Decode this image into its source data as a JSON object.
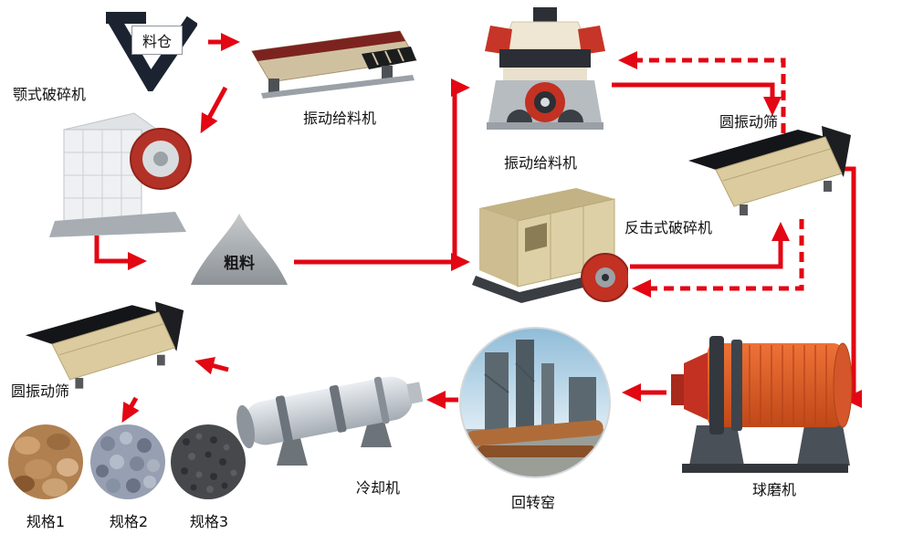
{
  "nodes": {
    "silo": {
      "label": "料仓"
    },
    "feeder_top": {
      "label": "振动给料机"
    },
    "jaw_crusher": {
      "label": "颚式破碎机"
    },
    "coarse_material": {
      "label": "粗料"
    },
    "cone_crusher": {
      "label": "振动给料机"
    },
    "vibrating_screen_right": {
      "label": "圆振动筛"
    },
    "impact_crusher": {
      "label": "反击式破碎机"
    },
    "ball_mill": {
      "label": "球磨机"
    },
    "rotary_kiln": {
      "label": "回转窑"
    },
    "cooler": {
      "label": "冷却机"
    },
    "vibrating_screen_left": {
      "label": "圆振动筛"
    },
    "products": [
      {
        "label": "规格1"
      },
      {
        "label": "规格2"
      },
      {
        "label": "规格3"
      }
    ]
  },
  "colors": {
    "arrow": "#e30613",
    "text": "#111111"
  }
}
